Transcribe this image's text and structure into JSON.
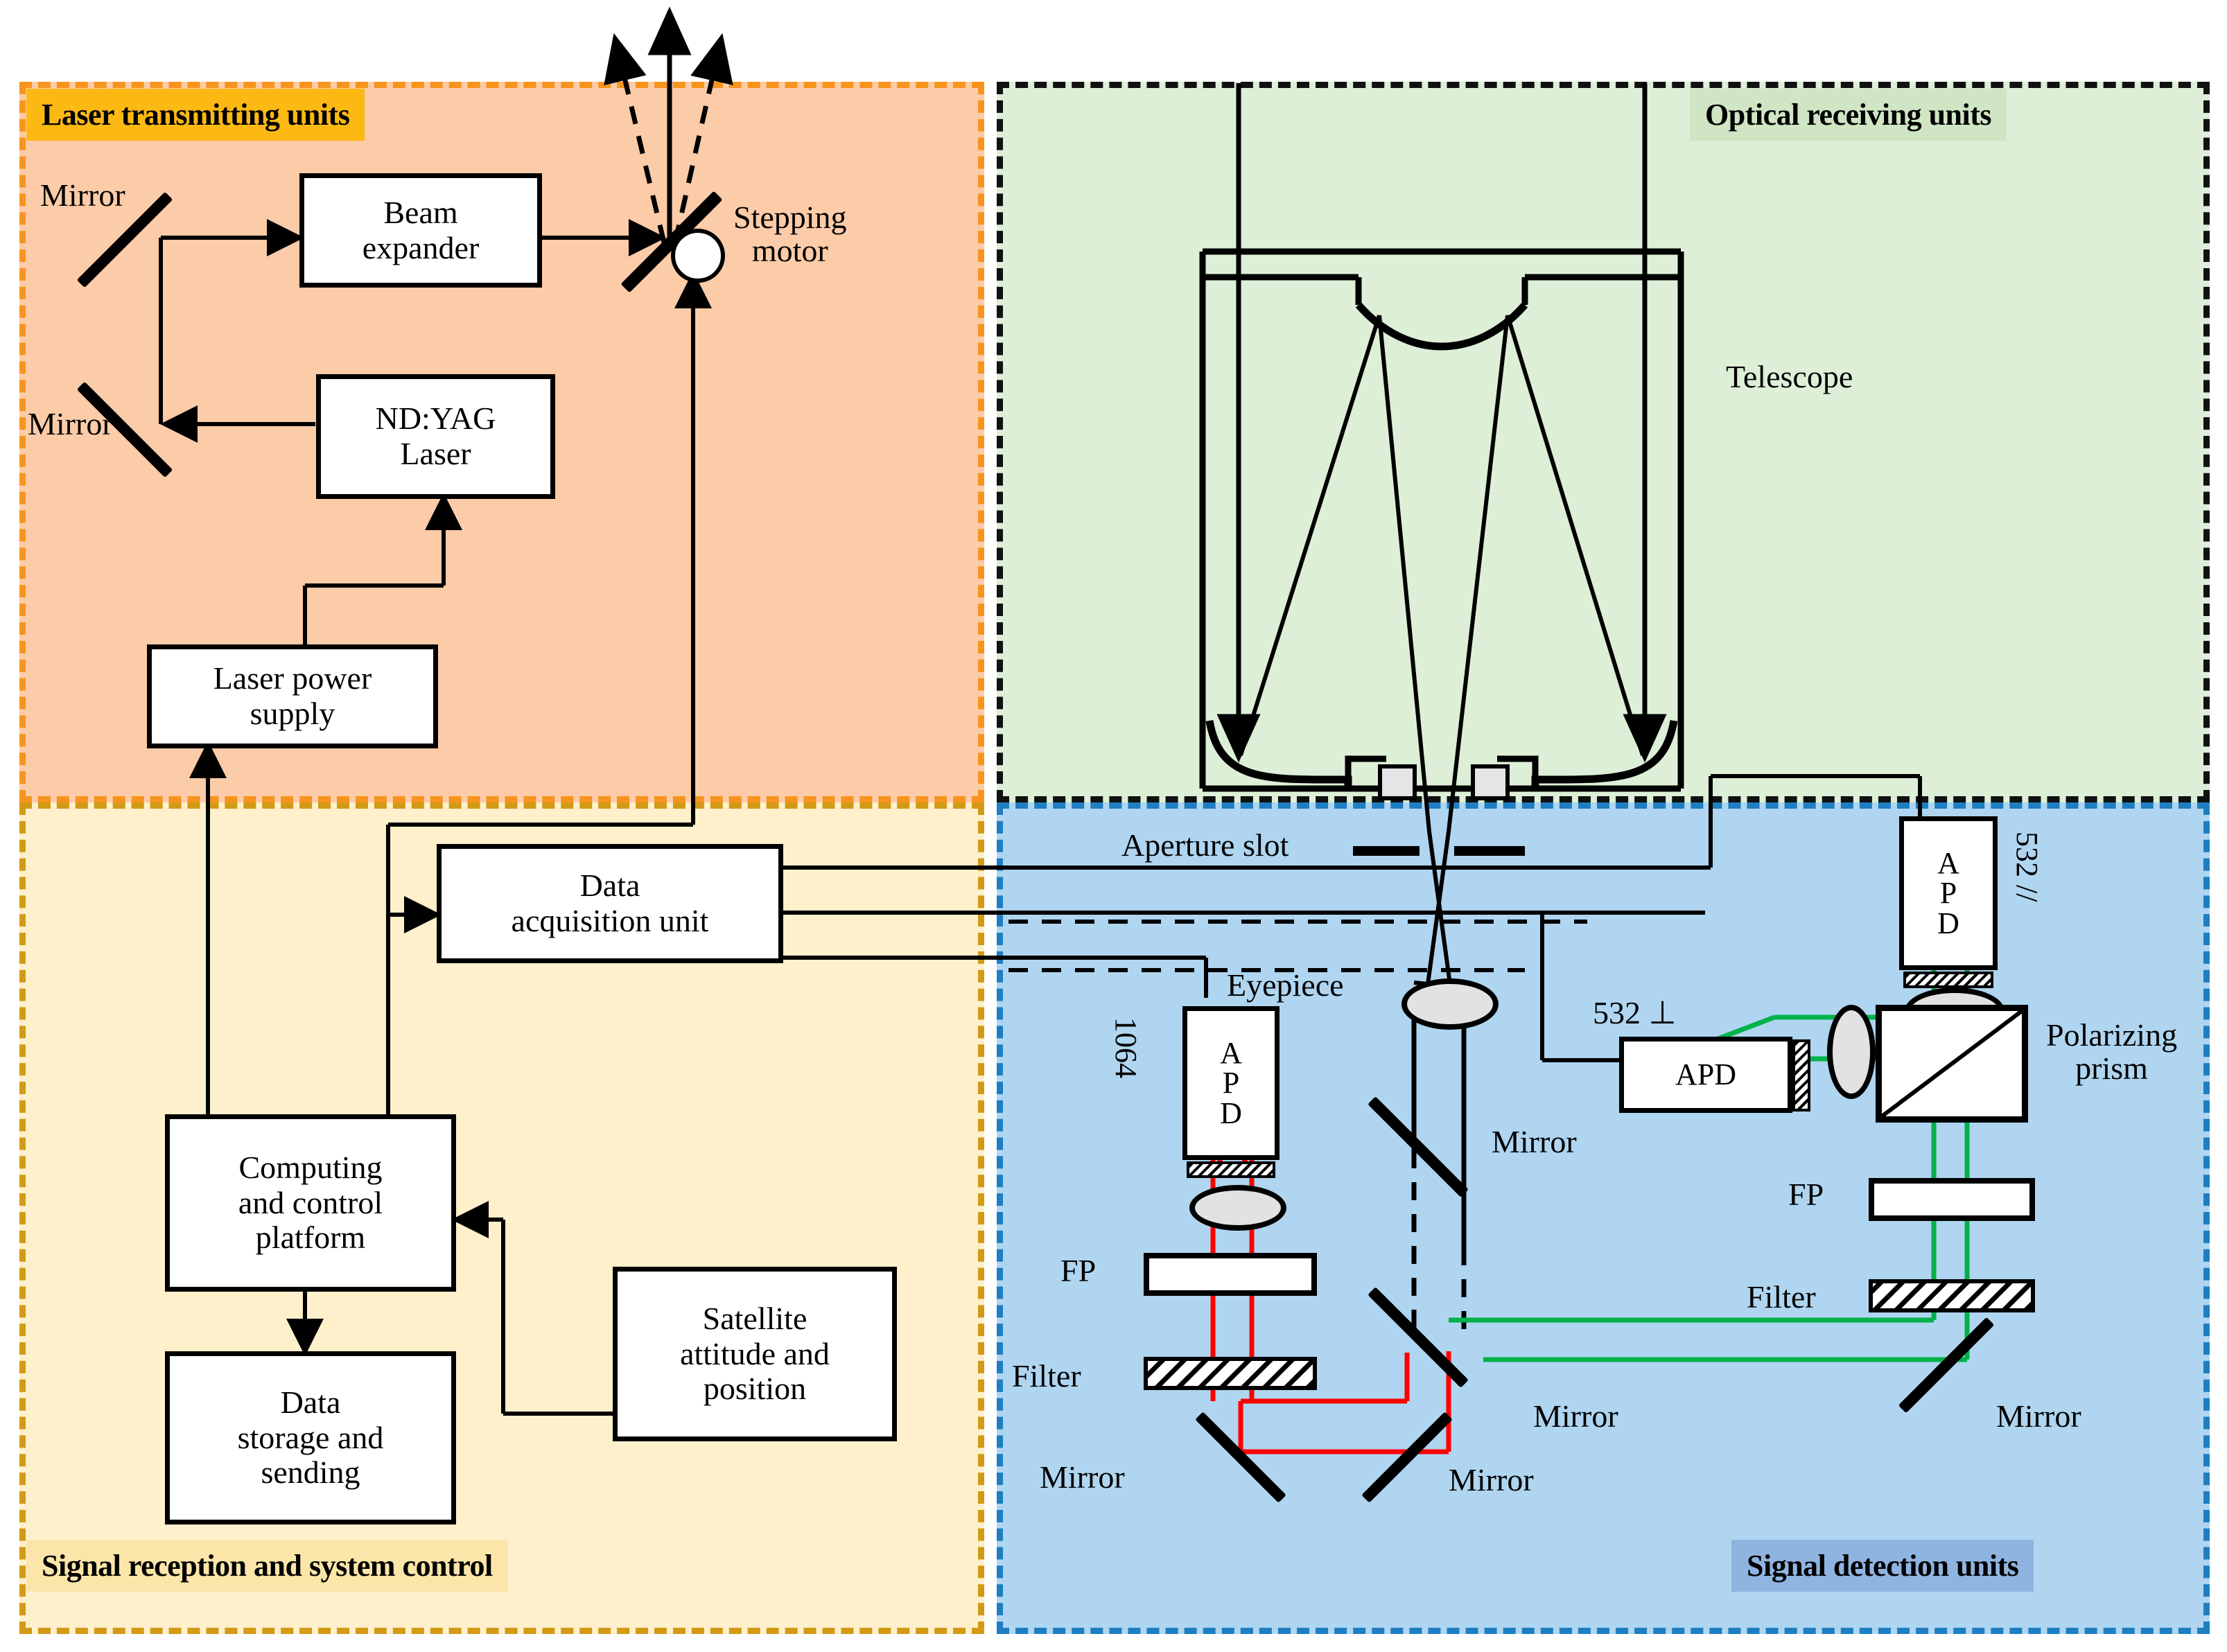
{
  "panels": {
    "laser": {
      "title": "Laser transmitting units"
    },
    "optical": {
      "title": "Optical receiving units"
    },
    "control": {
      "title": "Signal reception and system control"
    },
    "detect": {
      "title": "Signal detection units"
    }
  },
  "laser_unit": {
    "boxes": [
      {
        "id": "beam-expander",
        "label": "Beam\nexpander"
      },
      {
        "id": "ndyag-laser",
        "label": "ND:YAG\nLaser"
      },
      {
        "id": "laser-power",
        "label": "Laser power\nsupply"
      }
    ],
    "labels": {
      "mirror_top": "Mirror",
      "mirror_bottom": "Mirror",
      "stepping_motor": "Stepping\nmotor"
    }
  },
  "optical_unit": {
    "labels": {
      "telescope": "Telescope"
    }
  },
  "control_unit": {
    "boxes": [
      {
        "id": "data-acquisition",
        "label": "Data\nacquisition unit"
      },
      {
        "id": "computing-platform",
        "label": "Computing\nand control\nplatform"
      },
      {
        "id": "data-storage",
        "label": "Data\nstorage and\nsending"
      },
      {
        "id": "satellite-attitude",
        "label": "Satellite\nattitude and\nposition"
      }
    ]
  },
  "detect_unit": {
    "labels": {
      "aperture_slot": "Aperture slot",
      "eyepiece": "Eyepiece",
      "polarizing_prism": "Polarizing\nprism",
      "mirror_center": "Mirror",
      "mirror_left_bottom": "Mirror",
      "mirror_mid_bottom": "Mirror",
      "mirror_green_mid": "Mirror",
      "mirror_green_right": "Mirror",
      "fp_left": "FP",
      "filter_left": "Filter",
      "fp_right": "FP",
      "filter_right": "Filter",
      "apd_text": "APD",
      "apd_letters": [
        "A",
        "P",
        "D"
      ],
      "channel_1064": "1064",
      "channel_532_perp": "532 ⊥",
      "channel_532_par": "532 //"
    }
  },
  "colors": {
    "laser_bg": "#FCCBA8",
    "laser_border": "#F7941E",
    "optical_bg": "#DDEFD7",
    "optical_border": "#111111",
    "control_bg": "#FDF0CB",
    "control_border": "#D29A16",
    "detect_bg": "#AFD5F0",
    "detect_border": "#1F7EC2",
    "badge_laser": "#FCB913",
    "badge_optical": "#CFE5C4",
    "badge_control": "#FBE5A8",
    "badge_detect": "#8FB4E0",
    "beam_1064": "#FF0000",
    "beam_532": "#00B24A"
  }
}
